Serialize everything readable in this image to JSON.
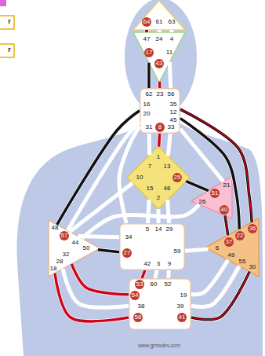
{
  "diagram": {
    "nodes": [
      {
        "text": [
          "64",
          "61",
          "63"
        ]
      },
      {
        "text": [
          "47",
          "24",
          "4",
          "17",
          "11",
          "43"
        ]
      },
      {
        "text": [
          "62",
          "23",
          "56",
          "16",
          "35",
          "20",
          "12",
          "45",
          "31",
          "8",
          "33"
        ]
      },
      {
        "text": [
          "1",
          "7",
          "13",
          "10",
          "25",
          "15",
          "46",
          "2"
        ]
      },
      {
        "text": [
          "21",
          "51",
          "26",
          "40"
        ]
      },
      {
        "text": [
          "48",
          "57",
          "44",
          "50",
          "32",
          "28",
          "18"
        ]
      },
      {
        "text": [
          "36",
          "22",
          "37",
          "6",
          "49",
          "55",
          "30"
        ]
      },
      {
        "text": [
          "5",
          "14",
          "29",
          "34",
          "27",
          "59",
          "42",
          "3",
          "9"
        ]
      },
      {
        "text": [
          "53",
          "60",
          "52",
          "54",
          "19",
          "38",
          "39",
          "58",
          "41"
        ]
      }
    ],
    "edges": [
      {
        "from": 0,
        "to": 1,
        "arrow": "none"
      },
      {
        "from": 0,
        "to": 1,
        "arrow": "none"
      },
      {
        "from": 0,
        "to": 1,
        "arrow": "none"
      },
      {
        "from": 1,
        "to": 2,
        "arrow": "none"
      },
      {
        "from": 1,
        "to": 2,
        "arrow": "none"
      },
      {
        "from": 1,
        "to": 2,
        "arrow": "none"
      },
      {
        "from": 2,
        "to": 3,
        "arrow": "none"
      },
      {
        "from": 2,
        "to": 3,
        "arrow": "none"
      },
      {
        "from": 2,
        "to": 3,
        "arrow": "none"
      },
      {
        "from": 2,
        "to": 4,
        "arrow": "none"
      },
      {
        "from": 2,
        "to": 5,
        "arrow": "none"
      },
      {
        "from": 2,
        "to": 5,
        "arrow": "none"
      },
      {
        "from": 2,
        "to": 7,
        "arrow": "none"
      },
      {
        "from": 2,
        "to": 6,
        "arrow": "none"
      },
      {
        "from": 2,
        "to": 6,
        "arrow": "none"
      },
      {
        "from": 3,
        "to": 4,
        "arrow": "none"
      },
      {
        "from": 3,
        "to": 5,
        "arrow": "none"
      },
      {
        "from": 3,
        "to": 7,
        "arrow": "none"
      },
      {
        "from": 3,
        "to": 7,
        "arrow": "none"
      },
      {
        "from": 3,
        "to": 7,
        "arrow": "none"
      },
      {
        "from": 4,
        "to": 5,
        "arrow": "none"
      },
      {
        "from": 4,
        "to": 6,
        "arrow": "none"
      },
      {
        "from": 5,
        "to": 7,
        "arrow": "none"
      },
      {
        "from": 5,
        "to": 7,
        "arrow": "none"
      },
      {
        "from": 5,
        "to": 8,
        "arrow": "none"
      },
      {
        "from": 5,
        "to": 8,
        "arrow": "none"
      },
      {
        "from": 5,
        "to": 8,
        "arrow": "none"
      },
      {
        "from": 6,
        "to": 7,
        "arrow": "none"
      },
      {
        "from": 7,
        "to": 8,
        "arrow": "none"
      },
      {
        "from": 7,
        "to": 8,
        "arrow": "none"
      },
      {
        "from": 7,
        "to": 8,
        "arrow": "none"
      },
      {
        "from": 6,
        "to": 8,
        "arrow": "none"
      },
      {
        "from": 6,
        "to": 8,
        "arrow": "none"
      },
      {
        "from": 6,
        "to": 8,
        "arrow": "none"
      }
    ],
    "labels": [
      "r",
      "r",
      "www.gmtxdev.com"
    ]
  }
}
